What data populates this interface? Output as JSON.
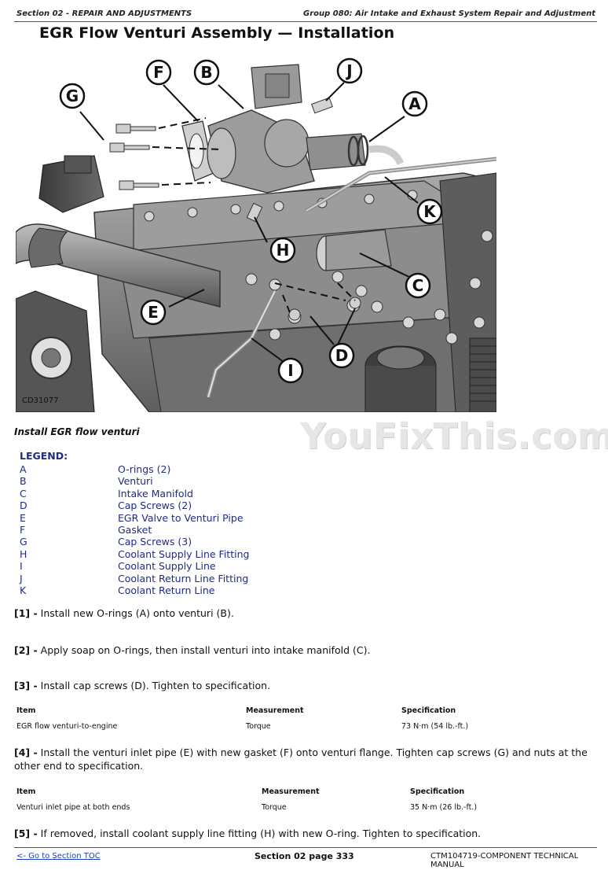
{
  "header": {
    "left": "Section 02 - REPAIR AND ADJUSTMENTS",
    "right": "Group 080: Air Intake and Exhaust System Repair and Adjustment"
  },
  "title": "EGR Flow Venturi Assembly — Installation",
  "figure": {
    "code": "CD31077",
    "callouts": [
      "A",
      "B",
      "C",
      "D",
      "E",
      "F",
      "G",
      "H",
      "I",
      "J",
      "K"
    ]
  },
  "subheading": "Install EGR flow venturi",
  "watermark": "YouFixThis.com",
  "legend": {
    "title": "LEGEND:",
    "items": [
      {
        "key": "A",
        "label": "O-rings (2)"
      },
      {
        "key": "B",
        "label": "Venturi"
      },
      {
        "key": "C",
        "label": "Intake Manifold"
      },
      {
        "key": "D",
        "label": "Cap Screws (2)"
      },
      {
        "key": "E",
        "label": "EGR Valve to Venturi Pipe"
      },
      {
        "key": "F",
        "label": "Gasket"
      },
      {
        "key": "G",
        "label": "Cap Screws (3)"
      },
      {
        "key": "H",
        "label": "Coolant Supply Line Fitting"
      },
      {
        "key": "I",
        "label": "Coolant Supply Line"
      },
      {
        "key": "J",
        "label": "Coolant Return Line Fitting"
      },
      {
        "key": "K",
        "label": "Coolant Return Line"
      }
    ]
  },
  "steps": [
    {
      "num": "[1] -",
      "text": "Install new O-rings (A) onto venturi (B)."
    },
    {
      "num": "[2] -",
      "text": "Apply soap on O-rings, then install venturi into intake manifold (C)."
    },
    {
      "num": "[3] -",
      "text": "Install cap screws (D). Tighten to specification."
    },
    {
      "num": "[4] -",
      "text": "Install the venturi inlet pipe (E) with new gasket (F) onto venturi flange. Tighten cap screws (G) and nuts at the other end to specification."
    },
    {
      "num": "[5] -",
      "text": "If removed, install coolant supply line fitting (H) with new O-ring. Tighten to specification."
    }
  ],
  "spec_tables": [
    {
      "headers": [
        "Item",
        "Measurement",
        "Specification"
      ],
      "rows": [
        [
          "EGR flow venturi-to-engine",
          "Torque",
          "73 N·m (54 lb.-ft.)"
        ]
      ]
    },
    {
      "headers": [
        "Item",
        "Measurement",
        "Specification"
      ],
      "rows": [
        [
          "Venturi inlet pipe at both ends",
          "Torque",
          "35 N·m (26 lb.-ft.)"
        ]
      ]
    }
  ],
  "footer": {
    "toc_link": "<- Go to Section TOC",
    "page": "Section 02 page 333",
    "manual": "CTM104719-COMPONENT TECHNICAL MANUAL"
  }
}
